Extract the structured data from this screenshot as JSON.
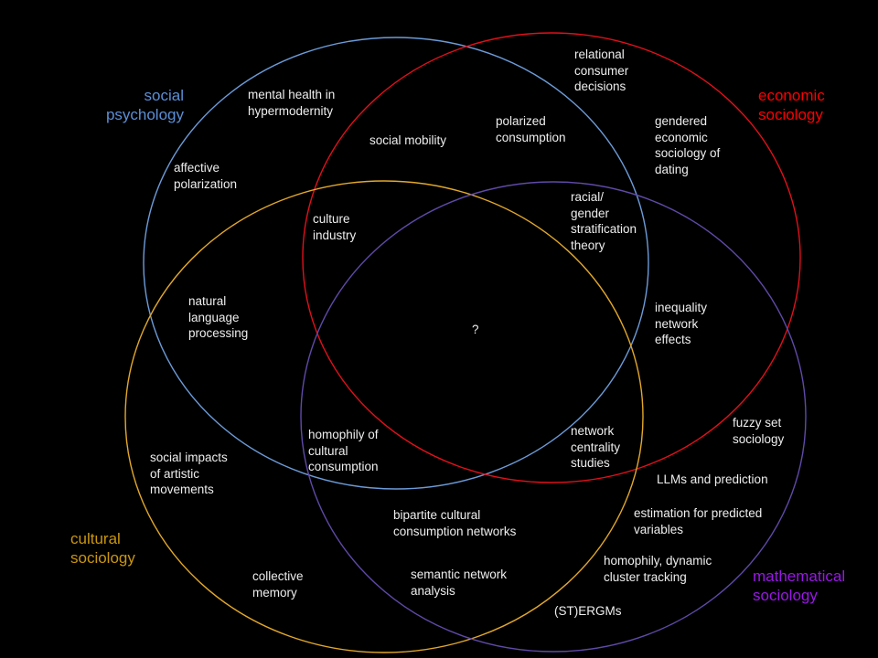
{
  "sets": [
    {
      "id": "social-psychology",
      "title": "social\npsychology",
      "color": "#5b8fd6",
      "stroke": "#6c9bd8"
    },
    {
      "id": "economic-sociology",
      "title": "economic\nsociology",
      "color": "#ff0000",
      "stroke": "#e0101a"
    },
    {
      "id": "cultural-sociology",
      "title": "cultural\nsociology",
      "color": "#c9960e",
      "stroke": "#e2a82a"
    },
    {
      "id": "mathematical-sociology",
      "title": "mathematical\nsociology",
      "color": "#9a17e6",
      "stroke": "#5f4aa8"
    }
  ],
  "regions": {
    "mental_health": "mental health in\nhypermodernity",
    "affective_polarization": "affective\npolarization",
    "relational_consumer": "relational\nconsumer\ndecisions",
    "social_mobility": "social mobility",
    "polarized_consumption": "polarized\nconsumption",
    "gendered_dating": "gendered\neconomic\nsociology of\ndating",
    "culture_industry": "culture\nindustry",
    "racial_gender": "racial/\ngender\nstratification\ntheory",
    "nlp": "natural\nlanguage\nprocessing",
    "center": "?",
    "inequality": "inequality\nnetwork\neffects",
    "homophily_cultural": "homophily of\ncultural\nconsumption",
    "network_centrality": "network\ncentrality\nstudies",
    "fuzzy_set": "fuzzy set\nsociology",
    "social_impacts": "social impacts\nof artistic\nmovements",
    "llms": "LLMs and prediction",
    "bipartite": "bipartite cultural\nconsumption networks",
    "estimation": "estimation for predicted\nvariables",
    "collective_memory": "collective\nmemory",
    "semantic_network": "semantic network\nanalysis",
    "homophily_dynamic": "homophily, dynamic\ncluster tracking",
    "stergms": "(ST)ERGMs"
  }
}
